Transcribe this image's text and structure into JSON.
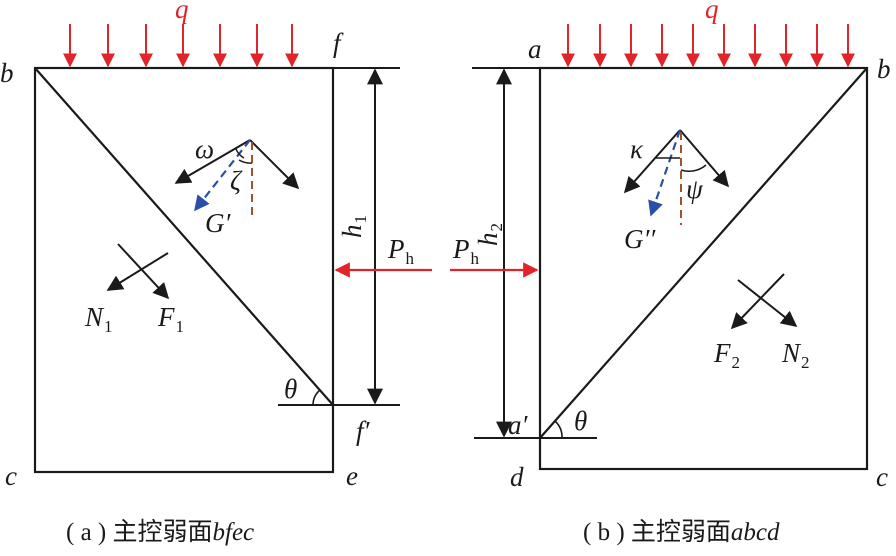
{
  "colors": {
    "ink": "#1a1a1a",
    "load": "#e0242a",
    "gravity": "#2a4fa8",
    "vertical_dash": "#a0522d"
  },
  "panel_a": {
    "load_label": "q",
    "corner_b": "b",
    "corner_f": "f",
    "corner_c": "c",
    "corner_e": "e",
    "corner_f_prime": "f′",
    "height_label_main": "h",
    "height_label_sub": "1",
    "force_label_main": "P",
    "force_label_sub": "h",
    "angle_omega": "ω",
    "angle_zeta": "ζ",
    "gravity_label": "G′",
    "normal_label_main": "N",
    "normal_label_sub": "1",
    "friction_label_main": "F",
    "friction_label_sub": "1",
    "theta": "θ",
    "caption_prefix": "( a ) 主控弱面",
    "caption_face": "bfec"
  },
  "panel_b": {
    "load_label": "q",
    "corner_a": "a",
    "corner_b": "b",
    "corner_a_prime": "a′",
    "corner_d": "d",
    "corner_c": "c",
    "height_label_main": "h",
    "height_label_sub": "2",
    "force_label_main": "P",
    "force_label_sub": "h",
    "angle_kappa": "κ",
    "angle_psi": "ψ",
    "gravity_label": "G′′",
    "normal_label_main": "N",
    "normal_label_sub": "2",
    "friction_label_main": "F",
    "friction_label_sub": "2",
    "theta": "θ",
    "caption_prefix": "( b ) 主控弱面",
    "caption_face": "abcd"
  }
}
